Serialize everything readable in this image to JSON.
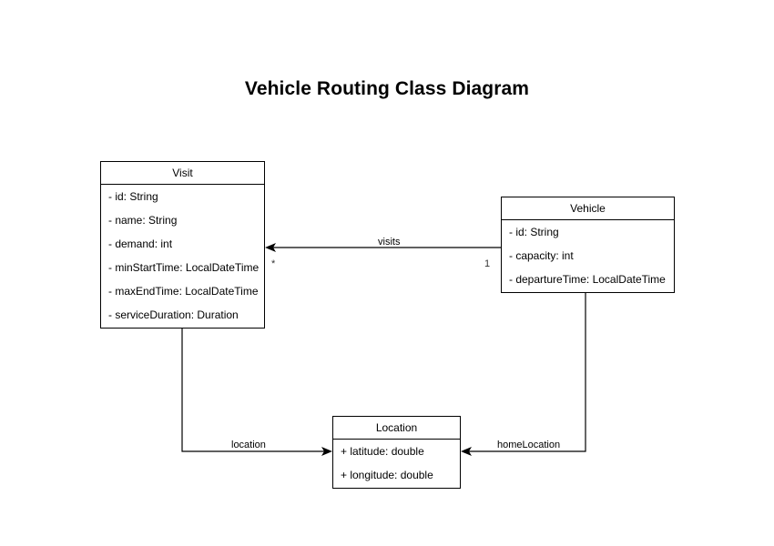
{
  "title": "Vehicle Routing Class Diagram",
  "classes": [
    {
      "id": "visit",
      "name": "Visit",
      "attributes": [
        "- id: String",
        "- name: String",
        "- demand: int",
        "- minStartTime: LocalDateTime",
        "- maxEndTime: LocalDateTime",
        "- serviceDuration: Duration"
      ]
    },
    {
      "id": "vehicle",
      "name": "Vehicle",
      "attributes": [
        "- id: String",
        "- capacity: int",
        "- departureTime: LocalDateTime"
      ]
    },
    {
      "id": "location",
      "name": "Location",
      "attributes": [
        "+ latitude: double",
        "+ longitude: double"
      ]
    }
  ],
  "relationships": [
    {
      "id": "visits",
      "label": "visits",
      "from": "Vehicle",
      "to": "Visit",
      "source_multiplicity": "1",
      "target_multiplicity": "*"
    },
    {
      "id": "location",
      "label": "location",
      "from": "Visit",
      "to": "Location",
      "source_multiplicity": "",
      "target_multiplicity": ""
    },
    {
      "id": "homeLocation",
      "label": "homeLocation",
      "from": "Vehicle",
      "to": "Location",
      "source_multiplicity": "",
      "target_multiplicity": ""
    }
  ],
  "colors": {
    "background": "#ffffff",
    "stroke": "#000000",
    "text": "#000000"
  }
}
